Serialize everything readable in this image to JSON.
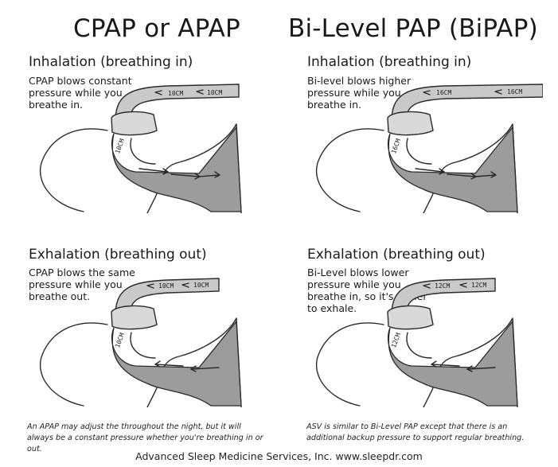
{
  "columns": {
    "left_title": "CPAP or APAP",
    "right_title": "Bi-Level PAP (BiPAP)"
  },
  "panels": {
    "cpap_inhale": {
      "heading": "Inhalation (breathing in)",
      "desc": "CPAP blows constant pressure while you breathe in.",
      "hose_label_1": "10CM",
      "hose_label_2": "10CM",
      "airway_label": "10CM"
    },
    "bipap_inhale": {
      "heading": "Inhalation (breathing in)",
      "desc": "Bi-level blows higher pressure while you breathe in.",
      "hose_label_1": "16CM",
      "hose_label_2": "16CM",
      "airway_label": "16CM"
    },
    "cpap_exhale": {
      "heading": "Exhalation (breathing out)",
      "desc": "CPAP blows the same pressure while you breathe out.",
      "hose_label_1": "10CM",
      "hose_label_2": "10CM",
      "airway_label": "10CM"
    },
    "bipap_exhale": {
      "heading": "Exhalation (breathing out)",
      "desc": "Bi-Level blows lower pressure while you breathe in, so it's easier to exhale.",
      "hose_label_1": "12CM",
      "hose_label_2": "12CM",
      "airway_label": "12CM"
    }
  },
  "footnotes": {
    "left": "An APAP may adjust the throughout the night, but it will always be a constant pressure whether you're breathing in or out.",
    "right": "ASV is similar to Bi-Level PAP except that there is an additional backup pressure to support regular breathing."
  },
  "credit": "Advanced Sleep Medicine Services, Inc. www.sleepdr.com"
}
